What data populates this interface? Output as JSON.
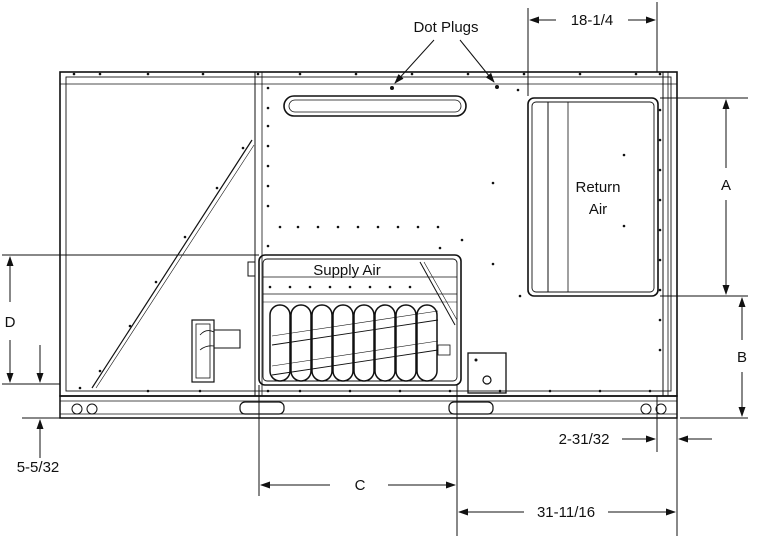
{
  "labels": {
    "dot_plugs": "Dot Plugs",
    "return_air_line1": "Return",
    "return_air_line2": "Air",
    "supply_air": "Supply Air"
  },
  "dimensions": {
    "top_right_width": "18-1/4",
    "a": "A",
    "b": "B",
    "c": "C",
    "d": "D",
    "base_height": "5-5/32",
    "right_offset": "2-31/32",
    "bottom_right_width": "31-11/16"
  }
}
